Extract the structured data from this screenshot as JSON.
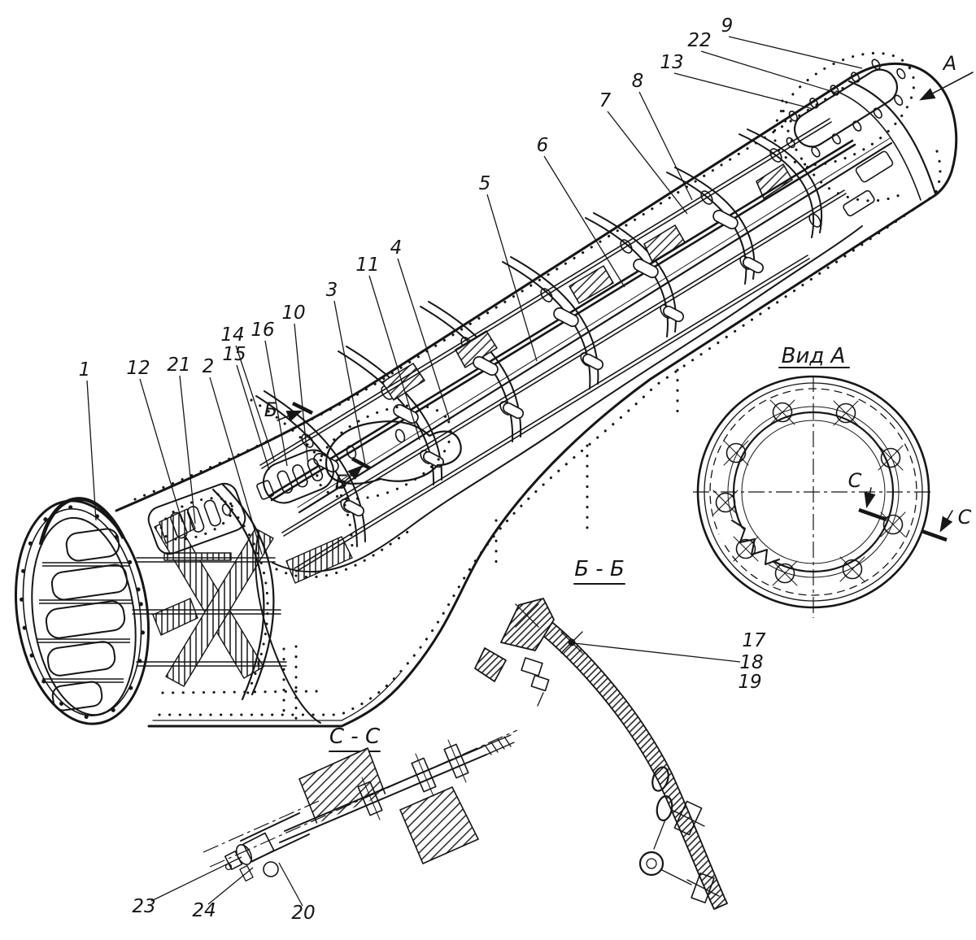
{
  "page": {
    "background": "#ffffff",
    "ink": "#161616"
  },
  "drawing": {
    "callouts": [
      "1",
      "2",
      "3",
      "4",
      "5",
      "6",
      "7",
      "8",
      "9",
      "10",
      "11",
      "12",
      "13",
      "14",
      "15",
      "16",
      "17",
      "18",
      "19",
      "20",
      "21",
      "22",
      "23",
      "24"
    ],
    "view_a_title": "Вид А",
    "section_bb_title": "Б - Б",
    "section_cc_title": "С - С",
    "view_arrow_letter": "А",
    "section_b_letter": "Б",
    "section_c_letter": "С"
  }
}
